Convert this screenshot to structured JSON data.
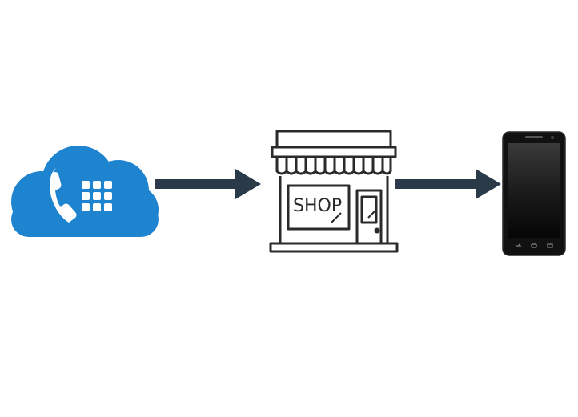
{
  "colors": {
    "cloud": "#1f84cf",
    "arrow": "#2b3a48",
    "shop_line": "#2a2a2a",
    "phone_body": "#111111"
  },
  "nodes": [
    {
      "id": "cloud-phone",
      "icon": "cloud-telephone-icon"
    },
    {
      "id": "shop",
      "icon": "shop-storefront-icon",
      "label": "SHOP"
    },
    {
      "id": "smartphone",
      "icon": "smartphone-icon"
    }
  ],
  "edges": [
    {
      "from": "cloud-phone",
      "to": "shop"
    },
    {
      "from": "shop",
      "to": "smartphone"
    }
  ]
}
